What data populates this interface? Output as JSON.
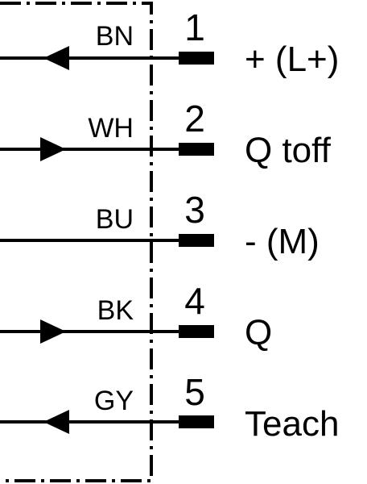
{
  "pins": [
    {
      "number": "1",
      "wire_color": "BN",
      "signal": "+ (L+)",
      "arrow": "in"
    },
    {
      "number": "2",
      "wire_color": "WH",
      "signal": "Q toff",
      "arrow": "out"
    },
    {
      "number": "3",
      "wire_color": "BU",
      "signal": "- (M)",
      "arrow": "none"
    },
    {
      "number": "4",
      "wire_color": "BK",
      "signal": "Q",
      "arrow": "out"
    },
    {
      "number": "5",
      "wire_color": "GY",
      "signal": "Teach",
      "arrow": "in"
    }
  ]
}
